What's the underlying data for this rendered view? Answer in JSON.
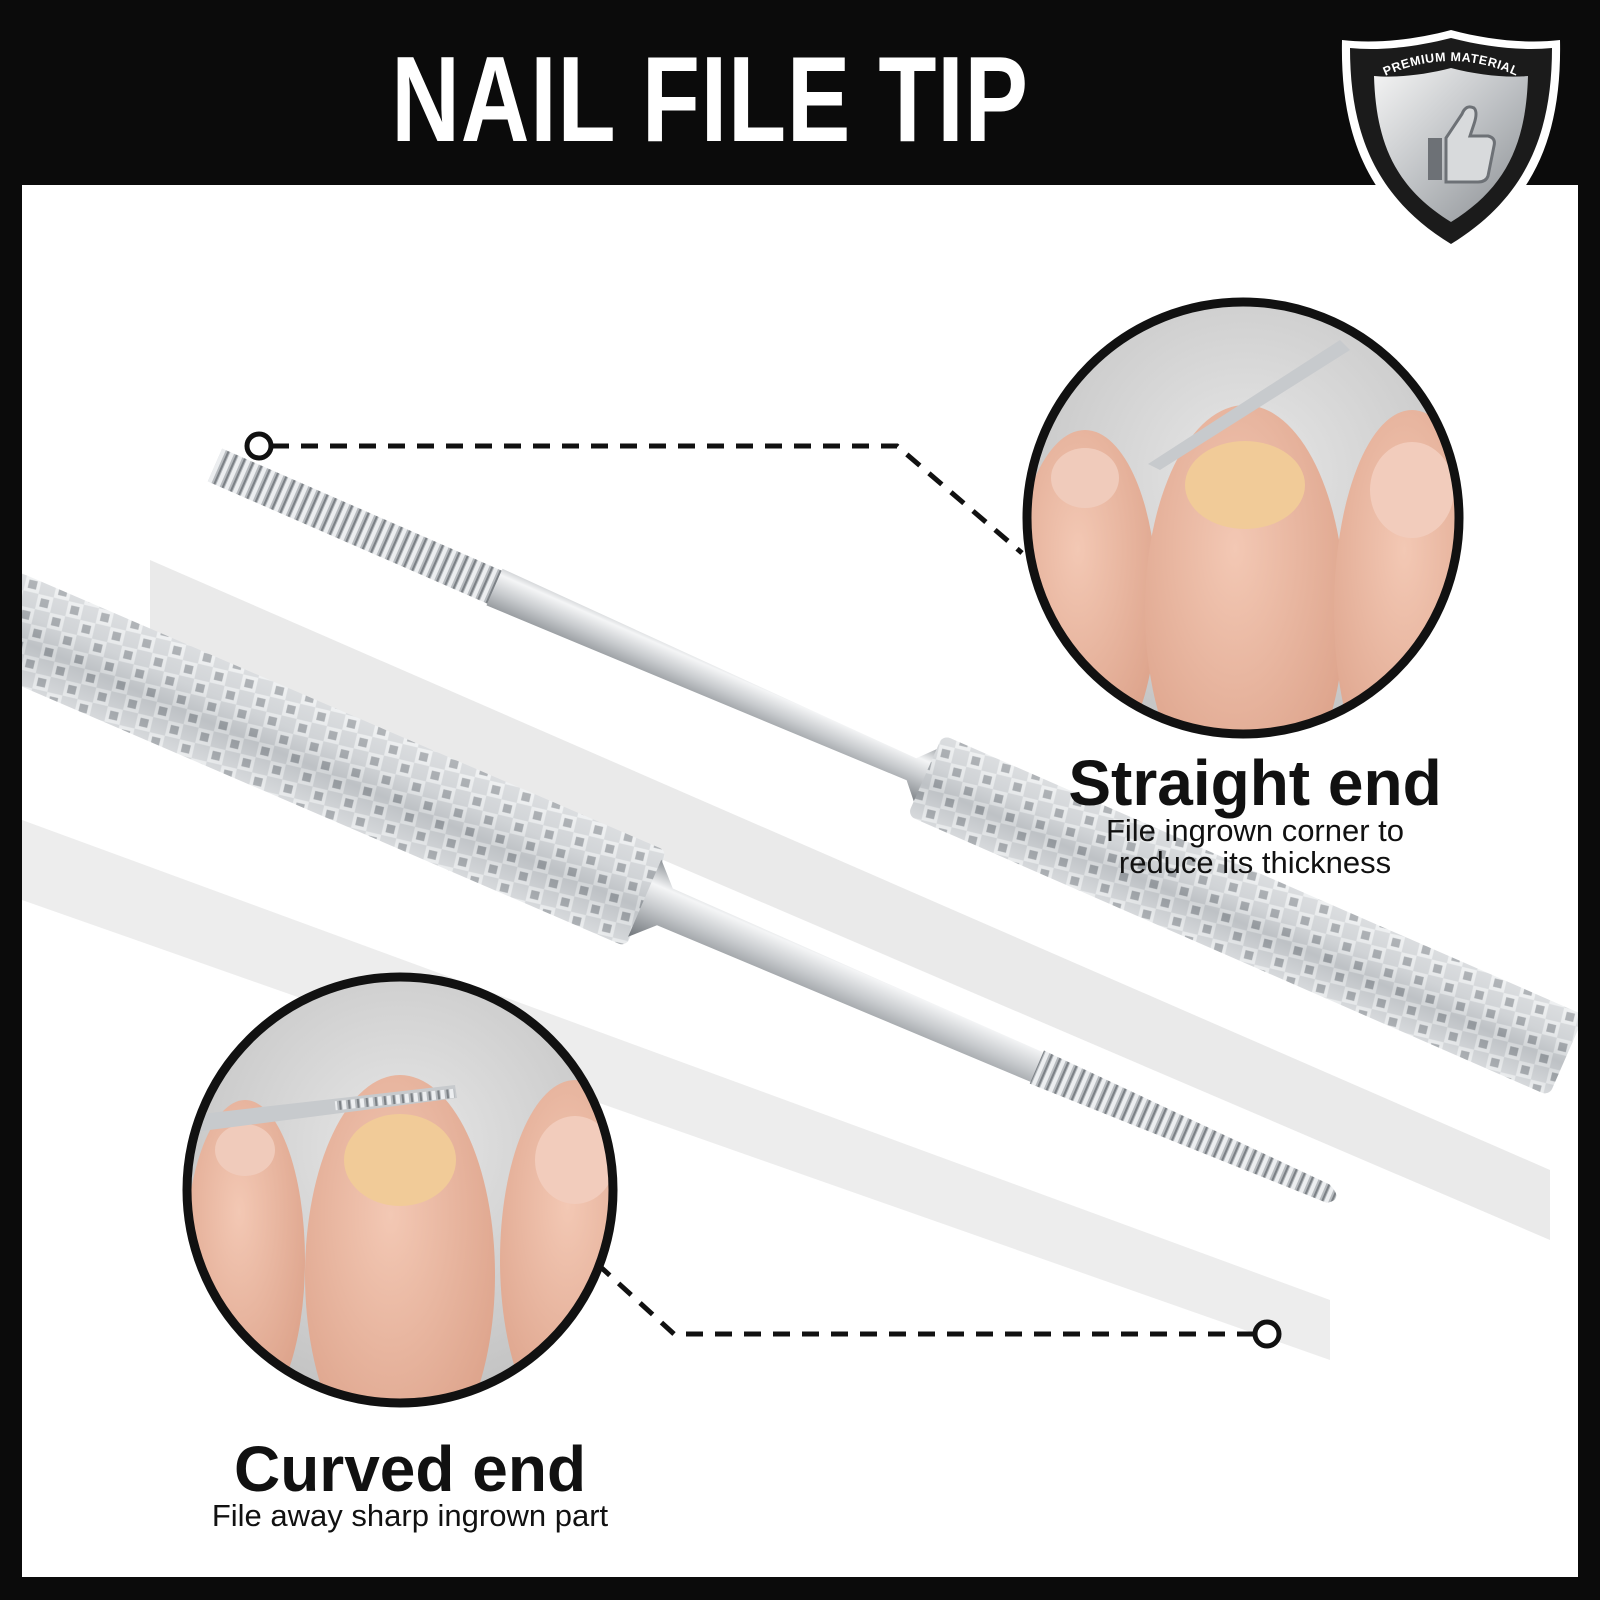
{
  "header": {
    "title": "NAIL FILE TIP"
  },
  "badge": {
    "text": "PREMIUM MATERIAL",
    "icon": "thumbs-up-icon"
  },
  "straight_end": {
    "title": "Straight end",
    "description_line1": "File ingrown corner to",
    "description_line2": "reduce its thickness"
  },
  "curved_end": {
    "title": "Curved end",
    "description": "File away sharp ingrown part"
  },
  "colors": {
    "header_background": "#0b0b0b",
    "panel_background": "#ffffff",
    "text": "#111111",
    "steel": "#c9ccd0",
    "skin": "#e9b39c"
  }
}
